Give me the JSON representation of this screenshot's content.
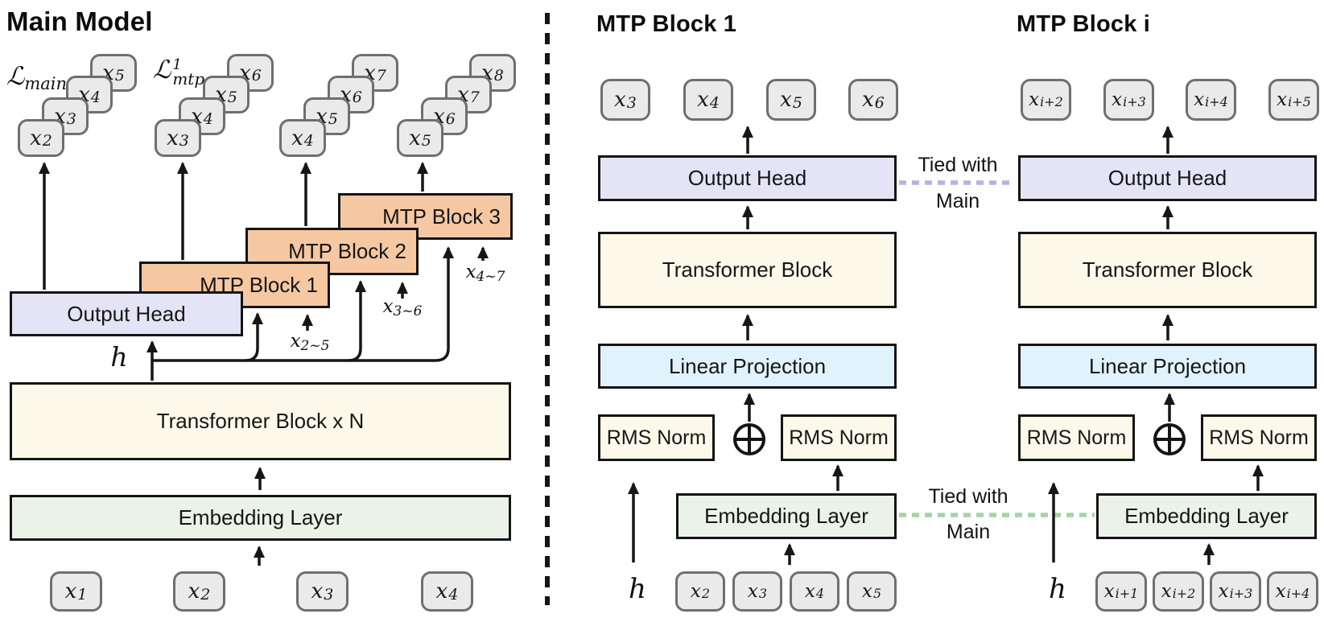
{
  "colors": {
    "peach": "#F6C8A2",
    "lavender": "#E5E4F7",
    "cream": "#FDF9EA",
    "green_box": "#EBF3E8",
    "blue": "#E0F2FB",
    "token_gray": "#EAEAEA",
    "token_border": "#6F6F6F",
    "tied_lavender": "#B4B3E3",
    "tied_green": "#A5D3A6",
    "line": "#161616"
  },
  "icons": {
    "circled_plus": "⊕"
  },
  "left": {
    "title": "Main Model",
    "loss_main": {
      "base": "ℒ",
      "sub": "main"
    },
    "loss_mtp": {
      "base": "ℒ",
      "sup": "1",
      "sub": "mtp"
    },
    "stacks": [
      {
        "tokens": [
          {
            "b": "x",
            "s": "2"
          },
          {
            "b": "x",
            "s": "3"
          },
          {
            "b": "x",
            "s": "4"
          },
          {
            "b": "x",
            "s": "5"
          }
        ]
      },
      {
        "tokens": [
          {
            "b": "x",
            "s": "3"
          },
          {
            "b": "x",
            "s": "4"
          },
          {
            "b": "x",
            "s": "5"
          },
          {
            "b": "x",
            "s": "6"
          }
        ]
      },
      {
        "tokens": [
          {
            "b": "x",
            "s": "4"
          },
          {
            "b": "x",
            "s": "5"
          },
          {
            "b": "x",
            "s": "6"
          },
          {
            "b": "x",
            "s": "7"
          }
        ]
      },
      {
        "tokens": [
          {
            "b": "x",
            "s": "5"
          },
          {
            "b": "x",
            "s": "6"
          },
          {
            "b": "x",
            "s": "7"
          },
          {
            "b": "x",
            "s": "8"
          }
        ]
      }
    ],
    "blocks": {
      "output_head": "Output Head",
      "mtp1": "MTP Block 1",
      "mtp2": "MTP Block 2",
      "mtp3": "MTP Block 3",
      "transformer": "Transformer Block x N",
      "embedding": "Embedding Layer"
    },
    "h": "h",
    "ranges": [
      {
        "b": "x",
        "s": "2~5"
      },
      {
        "b": "x",
        "s": "3~6"
      },
      {
        "b": "x",
        "s": "4~7"
      }
    ],
    "inputs": [
      {
        "b": "x",
        "s": "1"
      },
      {
        "b": "x",
        "s": "2"
      },
      {
        "b": "x",
        "s": "3"
      },
      {
        "b": "x",
        "s": "4"
      }
    ]
  },
  "tied": {
    "line1": "Tied with",
    "line2": "Main"
  },
  "panels": [
    {
      "title": "MTP Block 1",
      "outputs": [
        {
          "b": "x",
          "s": "3"
        },
        {
          "b": "x",
          "s": "4"
        },
        {
          "b": "x",
          "s": "5"
        },
        {
          "b": "x",
          "s": "6"
        }
      ],
      "blocks": {
        "output_head": "Output Head",
        "transformer": "Transformer Block",
        "linear": "Linear Projection",
        "rms": "RMS Norm",
        "embedding": "Embedding Layer"
      },
      "h": "h",
      "inputs": [
        {
          "b": "x",
          "s": "2"
        },
        {
          "b": "x",
          "s": "3"
        },
        {
          "b": "x",
          "s": "4"
        },
        {
          "b": "x",
          "s": "5"
        }
      ]
    },
    {
      "title": "MTP Block i",
      "outputs": [
        {
          "b": "x",
          "s": "i+2"
        },
        {
          "b": "x",
          "s": "i+3"
        },
        {
          "b": "x",
          "s": "i+4"
        },
        {
          "b": "x",
          "s": "i+5"
        }
      ],
      "blocks": {
        "output_head": "Output Head",
        "transformer": "Transformer Block",
        "linear": "Linear Projection",
        "rms": "RMS Norm",
        "embedding": "Embedding Layer"
      },
      "h": "h",
      "inputs": [
        {
          "b": "x",
          "s": "i+1"
        },
        {
          "b": "x",
          "s": "i+2"
        },
        {
          "b": "x",
          "s": "i+3"
        },
        {
          "b": "x",
          "s": "i+4"
        }
      ]
    }
  ]
}
